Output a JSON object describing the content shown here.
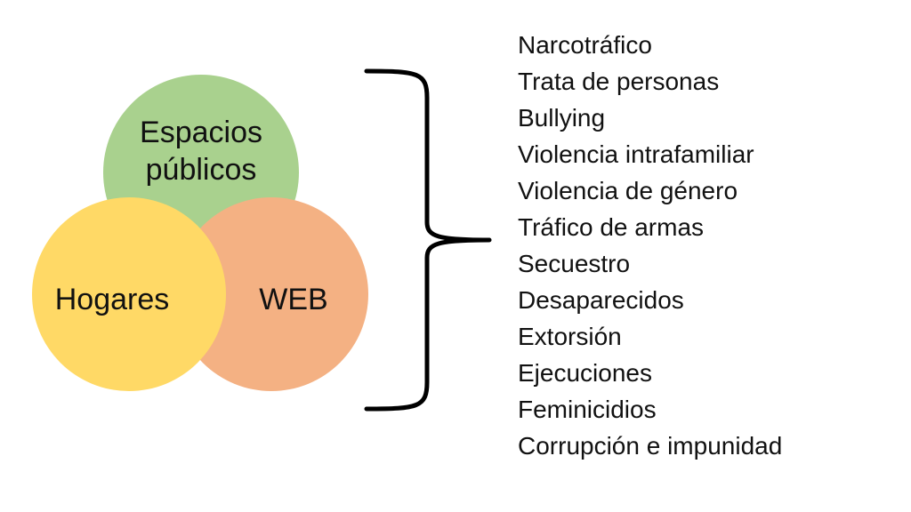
{
  "venn": {
    "top": {
      "line1": "Espacios",
      "line2": "públicos",
      "color": "#a9d18e"
    },
    "left": {
      "label": "Hogares",
      "color": "#ffd966"
    },
    "right": {
      "label": "WEB",
      "color": "#f4b183"
    }
  },
  "brace": {
    "color": "#000000"
  },
  "items": [
    "Narcotráfico",
    "Trata de personas",
    "Bullying",
    "Violencia intrafamiliar",
    "Violencia de género",
    "Tráfico de armas",
    "Secuestro",
    "Desaparecidos",
    "Extorsión",
    "Ejecuciones",
    "Feminicidios",
    "Corrupción e impunidad"
  ]
}
